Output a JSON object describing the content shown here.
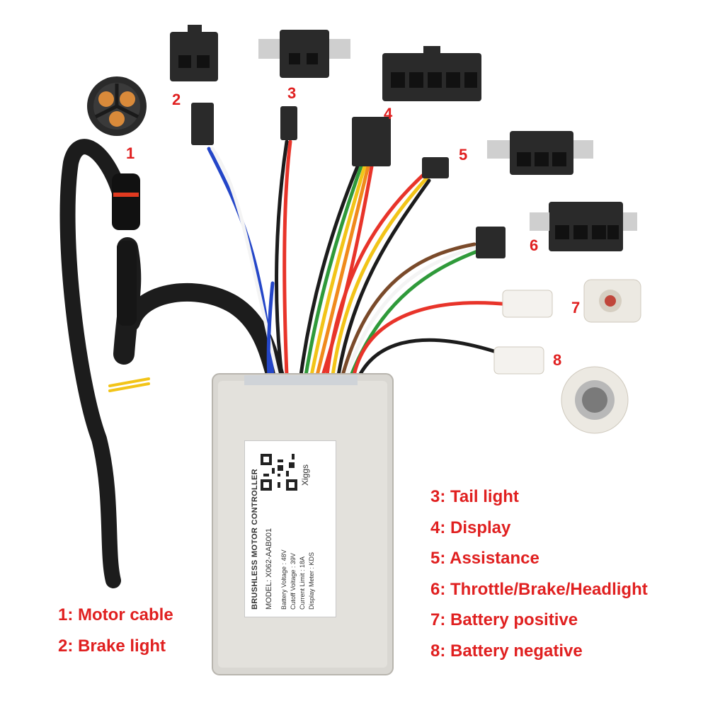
{
  "connector_numbers": [
    "1",
    "2",
    "3",
    "4",
    "5",
    "6",
    "7",
    "8"
  ],
  "legend_left": [
    "1: Motor cable",
    "2: Brake light"
  ],
  "legend_right": [
    "3: Tail light",
    "4: Display",
    "5: Assistance",
    "6: Throttle/Brake/Headlight",
    "7: Battery positive",
    "8: Battery negative"
  ],
  "controller_label": {
    "title": "BRUSHLESS MOTOR CONTROLLER",
    "model": "MODEL: X062-AAB001",
    "specs": [
      {
        "name": "Battery Voltage",
        "value": ": 48V"
      },
      {
        "name": "Cutoff Voltage",
        "value": ": 39V"
      },
      {
        "name": "Current Limit",
        "value": ": 18A"
      },
      {
        "name": "Display Meter",
        "value": ": KDS"
      }
    ],
    "brand": "Xiggs"
  },
  "colors": {
    "label_red": "#e02020",
    "cable_black": "#1c1c1c",
    "housing": "#d9d7d2",
    "wire_red": "#e8342a",
    "wire_blue": "#2446c8",
    "wire_yellow": "#f2c418",
    "wire_green": "#2f9a3a",
    "wire_orange": "#f08a1c",
    "wire_brown": "#7a4a2a",
    "wire_white": "#f4f4f4"
  }
}
